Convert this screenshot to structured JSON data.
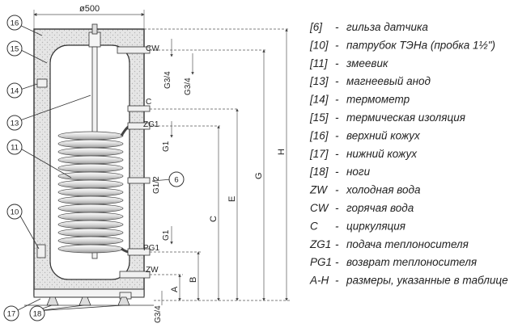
{
  "diagram": {
    "top_dimension": "ø500",
    "pipe_labels": {
      "cw": "CW",
      "c": "C",
      "zg1": "ZG1",
      "pg1": "PG1",
      "zw": "ZW"
    },
    "thread_labels": {
      "g34_top_a": "G3/4",
      "g34_top_b": "G3/4",
      "g1_upper": "G1",
      "g12": "G1/2",
      "g1_lower": "G1",
      "g34_bottom": "G3/4"
    },
    "dimension_labels": {
      "a": "A",
      "b": "B",
      "c": "C",
      "e": "E",
      "g": "G",
      "h": "H"
    },
    "callouts": {
      "n16": "16",
      "n15": "15",
      "n14": "14",
      "n13": "13",
      "n11": "11",
      "n6": "6",
      "n10": "10",
      "n17": "17",
      "n18": "18"
    }
  },
  "legend": [
    {
      "code": "[6]",
      "sep": "-",
      "text": "гильза датчика"
    },
    {
      "code": "[10]",
      "sep": "-",
      "text": "патрубок ТЭНа (пробка 1½\")"
    },
    {
      "code": "[11]",
      "sep": "-",
      "text": "змеевик"
    },
    {
      "code": "[13]",
      "sep": "-",
      "text": "магнеевый анод"
    },
    {
      "code": "[14]",
      "sep": "-",
      "text": "термометр"
    },
    {
      "code": "[15]",
      "sep": "-",
      "text": "термическая изоляция"
    },
    {
      "code": "[16]",
      "sep": "-",
      "text": "верхний кожух"
    },
    {
      "code": "[17]",
      "sep": "-",
      "text": "нижний кожух"
    },
    {
      "code": "[18]",
      "sep": "-",
      "text": "ноги"
    },
    {
      "code": "ZW",
      "sep": "-",
      "text": "холодная вода"
    },
    {
      "code": "CW",
      "sep": "-",
      "text": "горячая вода"
    },
    {
      "code": "C",
      "sep": "-",
      "text": "циркуляция"
    },
    {
      "code": "ZG1",
      "sep": "-",
      "text": "подача теплоносителя"
    },
    {
      "code": "PG1",
      "sep": "-",
      "text": "возврат теплоносителя"
    },
    {
      "code": "A-H",
      "sep": "-",
      "text": "размеры, указанные в таблице"
    }
  ],
  "colors": {
    "line": "#333333",
    "insulation": "#e9e9e9",
    "tank": "#ffffff",
    "coil": "#ececec",
    "dim_line": "#666666"
  }
}
